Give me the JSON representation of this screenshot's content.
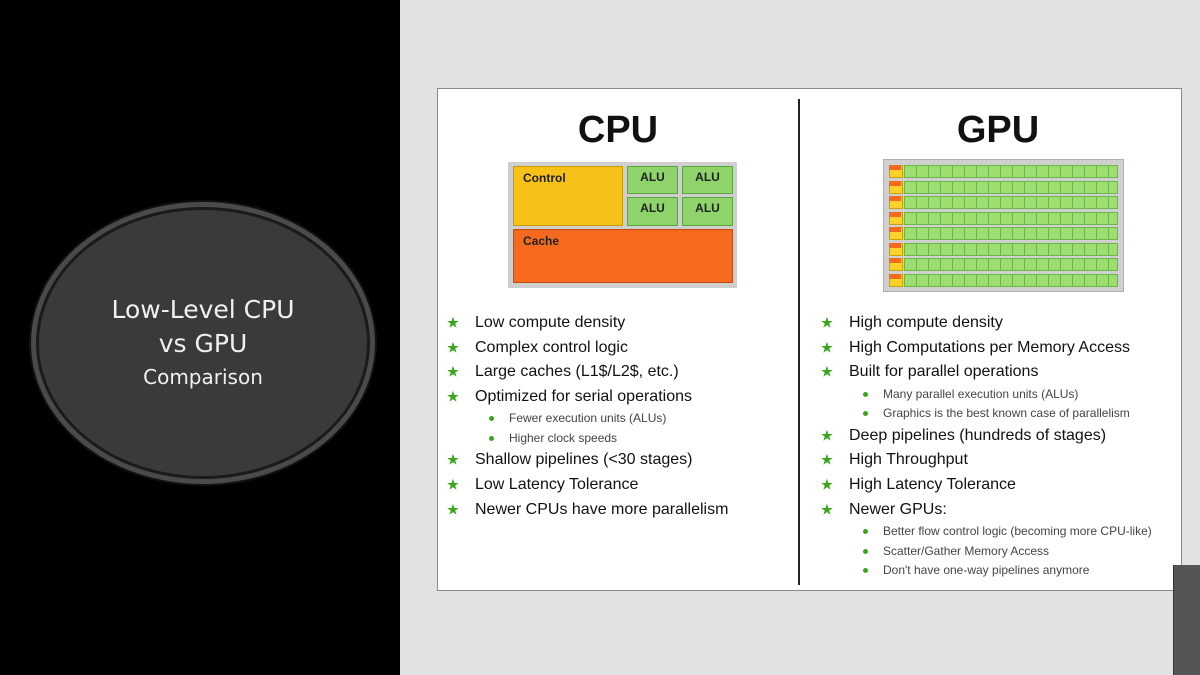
{
  "title": {
    "line1": "Low-Level CPU",
    "line2": "vs GPU",
    "line3": "Comparison"
  },
  "cpu": {
    "heading": "CPU",
    "diagram": {
      "control": "Control",
      "alu": "ALU",
      "cache": "Cache"
    },
    "points": [
      {
        "text": "Low compute density"
      },
      {
        "text": "Complex control logic"
      },
      {
        "text": "Large caches (L1$/L2$, etc.)"
      },
      {
        "text": "Optimized for serial operations",
        "sub": [
          "Fewer execution units (ALUs)",
          "Higher clock speeds"
        ]
      },
      {
        "text": "Shallow pipelines (<30 stages)"
      },
      {
        "text": "Low Latency Tolerance"
      },
      {
        "text": "Newer CPUs have more parallelism"
      }
    ]
  },
  "gpu": {
    "heading": "GPU",
    "points": [
      {
        "text": "High compute density"
      },
      {
        "text": "High Computations per Memory Access"
      },
      {
        "text": "Built for parallel operations",
        "sub": [
          "Many parallel execution units (ALUs)",
          "Graphics is the best known case of parallelism"
        ]
      },
      {
        "text": "Deep pipelines (hundreds of stages)"
      },
      {
        "text": "High Throughput"
      },
      {
        "text": "High Latency Tolerance"
      },
      {
        "text": "Newer GPUs:",
        "sub": [
          "Better flow control logic (becoming more CPU-like)",
          "Scatter/Gather Memory Access",
          "Don't have one-way pipelines anymore"
        ]
      }
    ]
  },
  "colors": {
    "control": "#f7c217",
    "alu": "#8fd46a",
    "cache": "#f56a1e",
    "bullet": "#3aa51a",
    "panel": "#e2e2e2"
  },
  "icons": {
    "bullet": "star-bullet-icon",
    "subbullet": "dot-bullet-icon"
  }
}
